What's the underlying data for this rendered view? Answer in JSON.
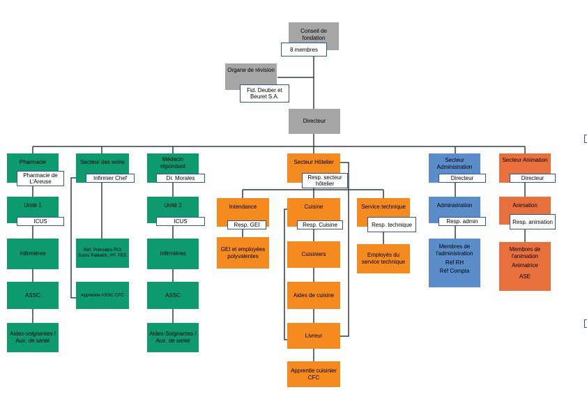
{
  "top": {
    "conseil": "Conseil de fondation",
    "conseil_sub": "8 membres",
    "organe": "Organe de révision",
    "organe_sub": "Fid. Deuber et Beuret S.A.",
    "directeur": "Directeur"
  },
  "left": {
    "pharmacie": "Pharmacie",
    "pharmacie_sub": "Pharmacie de L'Areuse",
    "soins": "Secteur des soins",
    "soins_sub": "Infirmier Chef",
    "medecin": "Médecin répondant",
    "medecin_sub": "Dr. Morales",
    "unite1": "Unité 1",
    "unite1_sub": "ICUS",
    "unite2": "Unité 2",
    "unite2_sub": "ICUS",
    "inf1": "Infirmières",
    "inf2": "Infirmières",
    "assc1": "ASSC",
    "assc2": "ASSC",
    "aides1": "Aides-soignantes / Aux. de santé",
    "aides2": "Aides-Soignantes / Aux. de santé",
    "ref": "Réf. Prémaips PCI Soins Palliatifs, PF, FEE",
    "apprentie": "Apprentie ASSC CFC"
  },
  "hotel": {
    "secteur": "Secteur Hôtelier",
    "secteur_sub": "Resp. secteur hôtelier",
    "intendance": "Intendance",
    "intendance_sub": "Resp. GEI",
    "gei": "GEI et employées polyvalentes",
    "cuisine": "Cuisine",
    "cuisine_sub": "Resp. Cuisine",
    "cuisiniers": "Cuisiniers",
    "aides_cuisine": "Aides de cuisine",
    "livreur": "Livreur",
    "apprenti_cuisinier": "Apprentie cuisinier CFC",
    "technique": "Service technique",
    "technique_sub": "Resp. technique",
    "employes_tech": "Employés du service technique"
  },
  "admin": {
    "secteur": "Secteur Administration",
    "secteur_sub": "Directeur",
    "administration": "Administration",
    "administration_sub": "Resp. admin",
    "membres": "Membres de l'administration",
    "ref_rh": "Réf RH",
    "ref_compta": "Réf Compta"
  },
  "anim": {
    "secteur": "Secteur Animation",
    "secteur_sub": "Directeur",
    "animation": "Animation",
    "animation_sub": "Resp. animation",
    "membres": "Membres de l'animation",
    "animatrice": "Animatrice",
    "ase": "ASE"
  },
  "colors": {
    "gray": "#a6a6a6",
    "green": "#0d9a6e",
    "orange": "#f58a1f",
    "blue": "#5b8dcb",
    "red": "#e8703d",
    "connector": "#2f3c47",
    "sub_border": "#2f5597"
  }
}
